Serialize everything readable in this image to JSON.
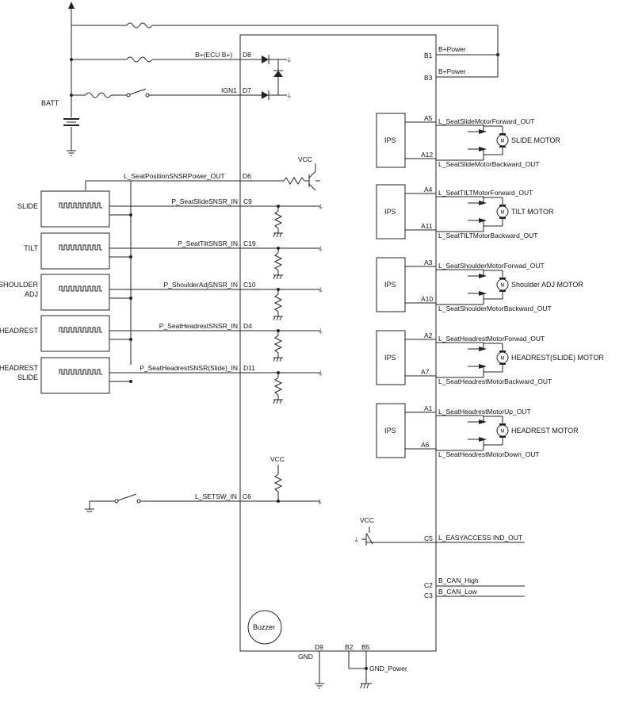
{
  "power": {
    "batt": "BATT",
    "ecu_b": "B+(ECU B+)",
    "ign1": "IGN1",
    "pin_d8": "D8",
    "pin_d7": "D7",
    "pin_b1": "B1",
    "pin_b3": "B3",
    "b_power_1": "B+Power",
    "b_power_2": "B+Power"
  },
  "sensor_power": {
    "label": "L_SeatPositionSNSRPower_OUT",
    "pin": "D6",
    "vcc": "VCC"
  },
  "sensors": [
    {
      "name": "SLIDE",
      "signal": "P_SeatSlideSNSR_IN",
      "pin": "C9"
    },
    {
      "name": "TILT",
      "signal": "P_SeatTiltSNSR_IN",
      "pin": "C19"
    },
    {
      "name": "SHOULDER ADJ",
      "signal": "P_ShoulderAdjSNSR_IN",
      "pin": "C10"
    },
    {
      "name": "HEADREST",
      "signal": "P_SeatHeadrestSNSR_IN",
      "pin": "D4"
    },
    {
      "name": "HEADREST SLIDE",
      "signal": "P_SeatHeadrestSNSR(Slide)_IN",
      "pin": "D11"
    }
  ],
  "motors": [
    {
      "ips": "IPS",
      "pin_a": "A5",
      "out_a": "L_SeatSlideMotorForward_OUT",
      "pin_b": "A12",
      "out_b": "L_SeatSlideMotorBackward_OUT",
      "motor": "SLIDE MOTOR"
    },
    {
      "ips": "IPS",
      "pin_a": "A4",
      "out_a": "L_SeatTILTMotorForward_OUT",
      "pin_b": "A11",
      "out_b": "L_SeatTILTMotorBackward_OUT",
      "motor": "TILT MOTOR"
    },
    {
      "ips": "IPS",
      "pin_a": "A3",
      "out_a": "L_SeatShoulderMotorForwad_OUT",
      "pin_b": "A10",
      "out_b": "L_SeatShoulderMotorBackward_OUT",
      "motor": "Shoulder ADJ MOTOR"
    },
    {
      "ips": "IPS",
      "pin_a": "A2",
      "out_a": "L_SeatHeadrestMotorForwad_OUT",
      "pin_b": "A7",
      "out_b": "L_SeatHeadrestMotorBackward_OUT",
      "motor": "HEADREST(SLIDE) MOTOR"
    },
    {
      "ips": "IPS",
      "pin_a": "A1",
      "out_a": "L_SeatHeadrestMotorUp_OUT",
      "pin_b": "A6",
      "out_b": "L_SeatHeadrestMotorDown_OUT",
      "motor": "HEADREST MOTOR"
    }
  ],
  "motor_symbol": "M",
  "setsw": {
    "label": "L_SETSW_IN",
    "pin": "C6",
    "vcc": "VCC"
  },
  "easyaccess": {
    "label": "L_EASYACCESS IND_OUT",
    "pin": "C5",
    "vcc": "VCC"
  },
  "can": {
    "high": "B_CAN_High",
    "low": "B_CAN_Low",
    "pin_high": "C2",
    "pin_low": "C3"
  },
  "buzzer": "Buzzer",
  "ground": {
    "pin_d9": "D9",
    "gnd": "GND",
    "pin_b2": "B2",
    "pin_b5": "B5",
    "gnd_power": "GND_Power"
  }
}
